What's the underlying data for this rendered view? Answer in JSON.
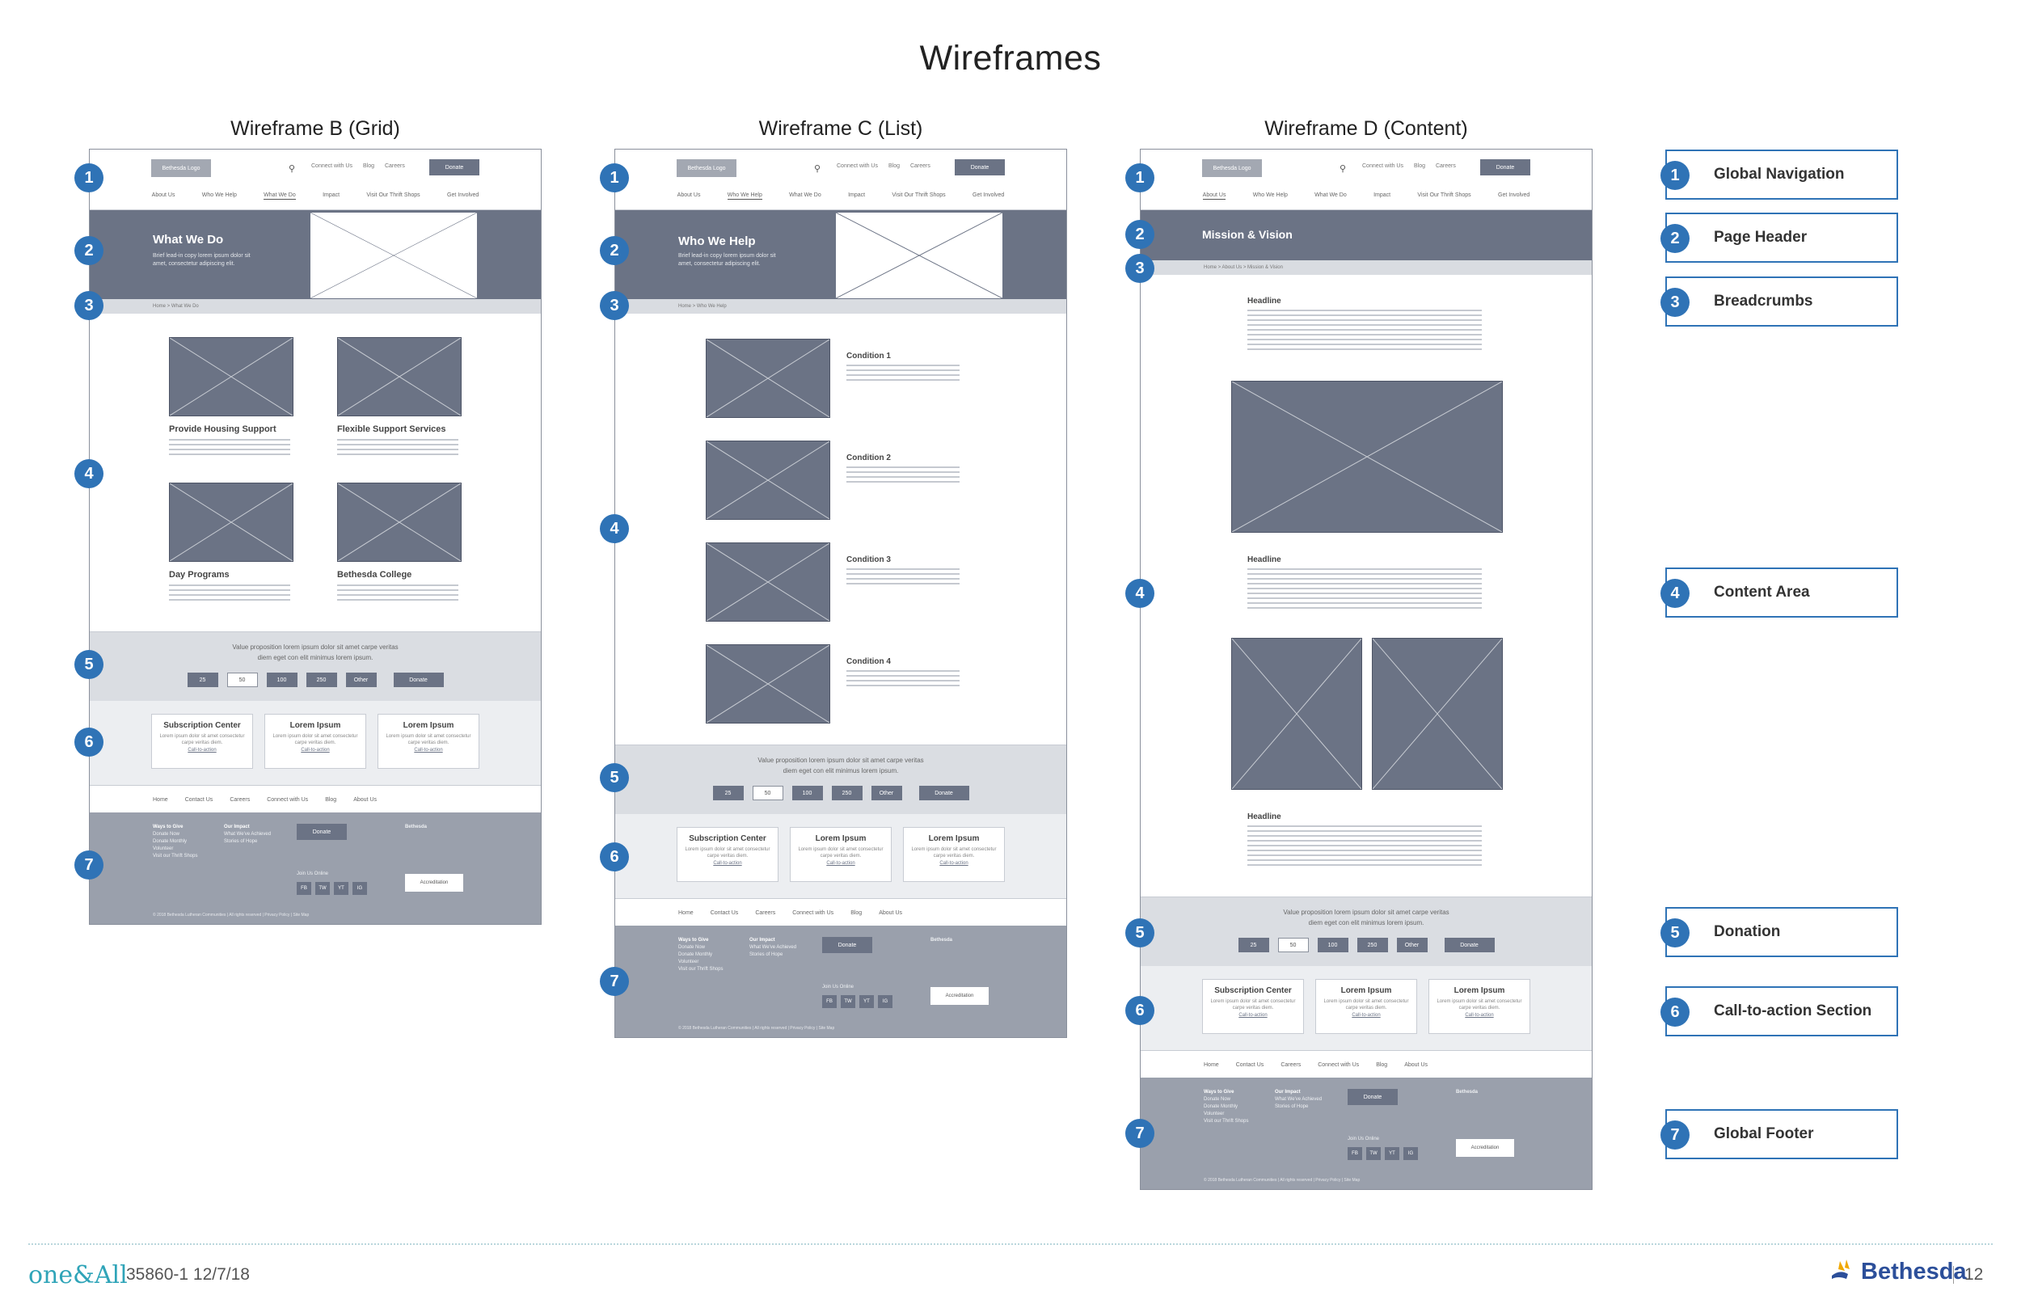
{
  "page_title": "Wireframes",
  "wireframes": [
    {
      "title": "Wireframe B (Grid)"
    },
    {
      "title": "Wireframe C (List)"
    },
    {
      "title": "Wireframe D (Content)"
    }
  ],
  "nav": {
    "logo": "Bethesda Logo",
    "top_links": [
      "Connect with Us",
      "Blog",
      "Careers"
    ],
    "donate": "Donate",
    "main_items": [
      "About Us",
      "Who We Help",
      "What We Do",
      "Impact",
      "Visit Our Thrift Shops",
      "Get Involved"
    ]
  },
  "heroes": {
    "b": {
      "title": "What We Do",
      "sub": "Brief lead-in copy lorem ipsum dolor sit amet, consectetur adipiscing elit."
    },
    "c": {
      "title": "Who We Help",
      "sub": "Brief lead-in copy lorem ipsum dolor sit amet, consectetur adipiscing elit."
    },
    "d": {
      "title": "Mission & Vision"
    }
  },
  "breadcrumbs": {
    "b": "Home  >  What We Do",
    "c": "Home  >  Who We Help",
    "d": "Home  >  About Us  >  Mission & Vision"
  },
  "grid_items": [
    {
      "label": "Provide Housing Support"
    },
    {
      "label": "Flexible Support Services"
    },
    {
      "label": "Day Programs"
    },
    {
      "label": "Bethesda College"
    }
  ],
  "list_items": [
    {
      "label": "Condition 1"
    },
    {
      "label": "Condition 2"
    },
    {
      "label": "Condition 3"
    },
    {
      "label": "Condition 4"
    }
  ],
  "headline": "Headline",
  "donation": {
    "text_line1": "Value proposition lorem ipsum dolor sit amet carpe veritas",
    "text_line2": "diem eget con elit minimus lorem ipsum.",
    "amounts": [
      "25",
      "50",
      "100",
      "250",
      "Other"
    ],
    "donate": "Donate"
  },
  "cta_cards": [
    {
      "title": "Subscription Center",
      "body": "Lorem ipsum dolor sit amet consectetur carpe veritas diem.",
      "link": "Call-to-action"
    },
    {
      "title": "Lorem Ipsum",
      "body": "Lorem ipsum dolor sit amet consectetur carpe veritas diem.",
      "link": "Call-to-action"
    },
    {
      "title": "Lorem Ipsum",
      "body": "Lorem ipsum dolor sit amet consectetur carpe veritas diem.",
      "link": "Call-to-action"
    }
  ],
  "footer_links": [
    "Home",
    "Contact Us",
    "Careers",
    "Connect with Us",
    "Blog",
    "About Us"
  ],
  "footer": {
    "col1_title": "Ways to Give",
    "col1_items": [
      "Donate Now",
      "Donate Monthly",
      "Volunteer",
      "Visit our Thrift Shops"
    ],
    "col2_title": "Our Impact",
    "col2_items": [
      "What We've Achieved",
      "Stories of Hope"
    ],
    "donate": "Donate",
    "join": "Join Us Online",
    "social": [
      "FB",
      "TW",
      "YT",
      "IG"
    ],
    "org": "Bethesda",
    "accreditation": "Accreditation",
    "copyright": "© 2018 Bethesda Lutheran Communities  |  All rights reserved  |  Privacy Policy  |  Site Map"
  },
  "legend": [
    {
      "num": "1",
      "label": "Global Navigation"
    },
    {
      "num": "2",
      "label": "Page Header"
    },
    {
      "num": "3",
      "label": "Breadcrumbs"
    },
    {
      "num": "4",
      "label": "Content Area"
    },
    {
      "num": "5",
      "label": "Donation"
    },
    {
      "num": "6",
      "label": "Call-to-action Section"
    },
    {
      "num": "7",
      "label": "Global Footer"
    }
  ],
  "footer_bar": {
    "brand_left": "one&All",
    "job": "35860-1   12/7/18",
    "brand_right": "Bethesda",
    "page": "12"
  },
  "colors": {
    "block": "#6b7385",
    "accent": "#2f73b6",
    "footer": "#9aa0ac"
  }
}
